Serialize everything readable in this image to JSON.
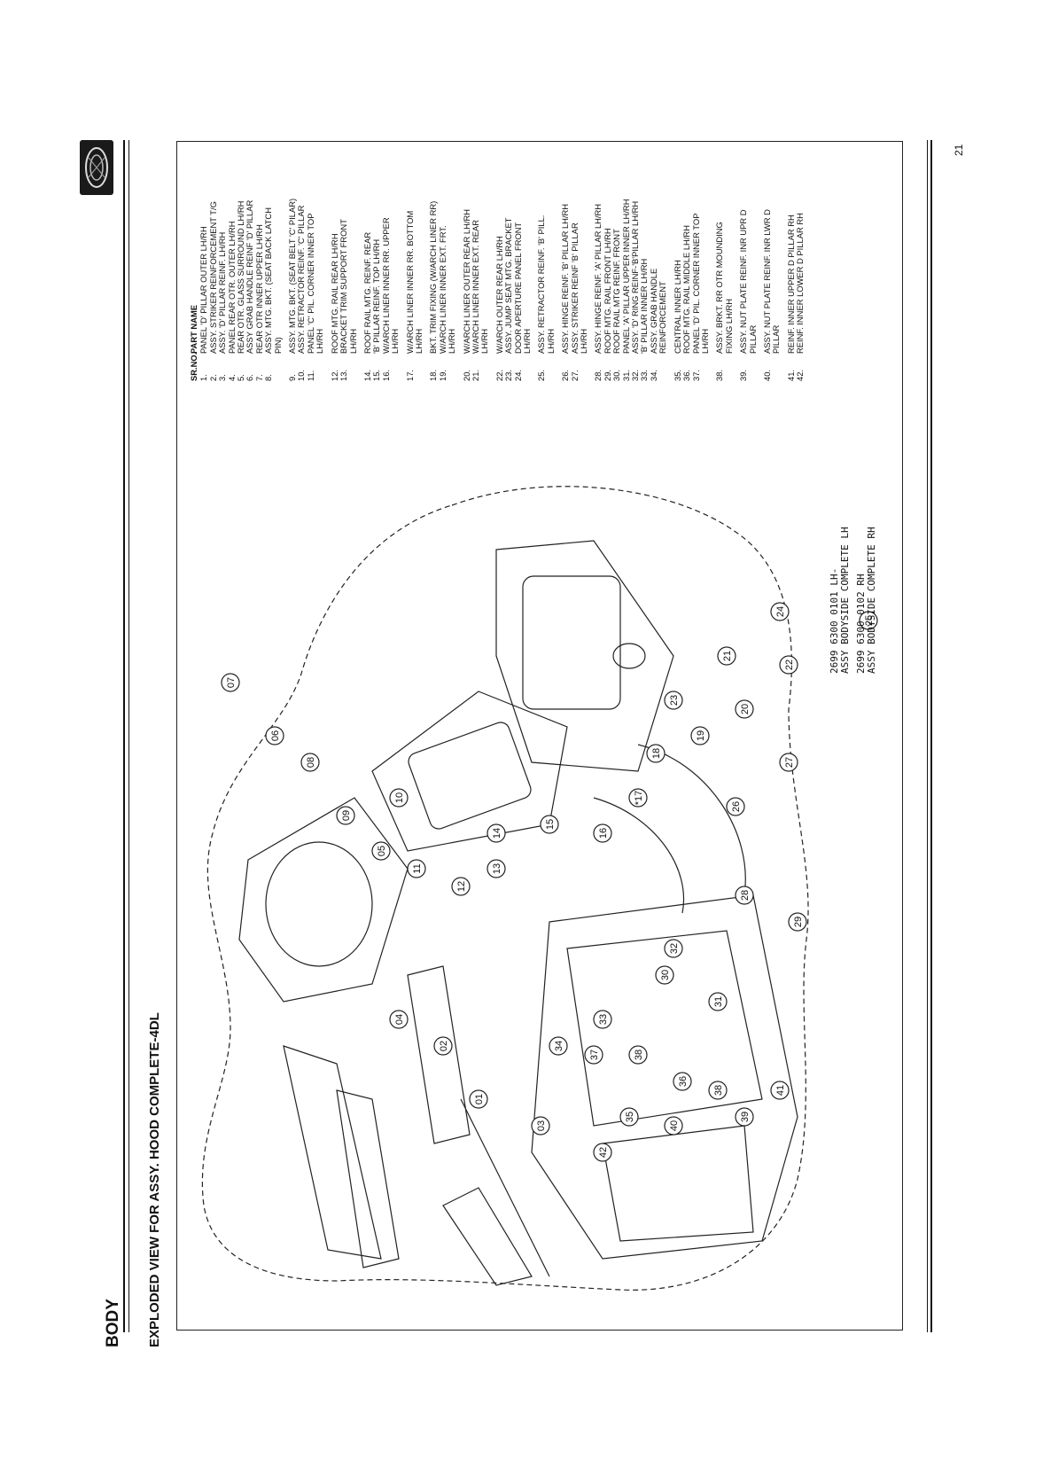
{
  "header": {
    "section": "BODY",
    "title": "EXPLODED VIEW FOR  ASSY. HOOD COMPLETE-4DL"
  },
  "page_number": "21",
  "parts_list": {
    "col_no": "SR.NO.",
    "col_name": "PART NAME",
    "items": [
      {
        "no": "1.",
        "name": [
          "PANEL 'D' PILLAR OUTER LH/RH"
        ]
      },
      {
        "no": "2.",
        "name": [
          "ASSY. STRIKER REINFORCEMENT T/G"
        ]
      },
      {
        "no": "3.",
        "name": [
          "ASSY. 'D' PILLAR REINF. LH/RH"
        ]
      },
      {
        "no": "4.",
        "name": [
          "PANEL REAR OTR. OUTER LH/RH"
        ]
      },
      {
        "no": "5.",
        "name": [
          "REAR OTR. GLASS SURROUND LH/RH"
        ]
      },
      {
        "no": "6.",
        "name": [
          "ASSY GRAB HANDLE REINF 'D' PILLAR"
        ]
      },
      {
        "no": "7.",
        "name": [
          "REAR OTR INNER UPPER LH/RH"
        ]
      },
      {
        "no": "8.",
        "name": [
          "ASSY. MTG. BKT. (SEAT BACK LATCH",
          "PIN)"
        ]
      },
      {
        "no": "9.",
        "name": [
          "ASSY. MTG. BKT. (SEAT BELT 'C' PILAR)"
        ]
      },
      {
        "no": "10.",
        "name": [
          "ASSY. RETRACTOR REINF. 'C' PILLAR"
        ]
      },
      {
        "no": "11.",
        "name": [
          "PANEL 'C' PIL. CORNER INNER TOP",
          "LH/RH"
        ]
      },
      {
        "no": "12.",
        "name": [
          "ROOF MTG. RAIL REAR LH/RH"
        ]
      },
      {
        "no": "13.",
        "name": [
          "BRACKET TRIM SUPPORT FRONT",
          "LH/RH"
        ]
      },
      {
        "no": "14.",
        "name": [
          "ROOF RAIL MTG. REINF. REAR"
        ]
      },
      {
        "no": "15.",
        "name": [
          "'B' PILLAR REINF. TOP LH/RH"
        ]
      },
      {
        "no": "16.",
        "name": [
          "W/ARCH LINER INNER RR. UPPER",
          "LH/RH"
        ]
      },
      {
        "no": "17.",
        "name": [
          "W/ARCH LINER INNER RR. BOTTOM",
          "LH/RH"
        ]
      },
      {
        "no": "18.",
        "name": [
          "BKT. TRIM FIXING (W/ARCH LINER RR)"
        ]
      },
      {
        "no": "19.",
        "name": [
          "W/ARCH LINER INNER EXT. FRT.",
          "LH/RH"
        ]
      },
      {
        "no": "20.",
        "name": [
          "W/ARCH LINER OUTER REAR LH/RH"
        ]
      },
      {
        "no": "21.",
        "name": [
          "W/ARCH LINER INNER EXT. REAR",
          "LH/RH"
        ]
      },
      {
        "no": "22.",
        "name": [
          "W/ARCH OUTER REAR LH/RH"
        ]
      },
      {
        "no": "23.",
        "name": [
          "ASSY. JUMP SEAT MTG. BRACKET"
        ]
      },
      {
        "no": "24.",
        "name": [
          "DOOR APERTURE PANEL FRONT",
          "LH/RH"
        ]
      },
      {
        "no": "25.",
        "name": [
          "ASSY. RETRACTOR REINF. 'B' PILL.",
          "LH/RH"
        ]
      },
      {
        "no": "26.",
        "name": [
          "ASSY. HINGE REINF. 'B' PILLAR LH/RH"
        ]
      },
      {
        "no": "27.",
        "name": [
          "ASSY. STRIKER REINF 'B' PILLAR",
          "LH/RH"
        ]
      },
      {
        "no": "28.",
        "name": [
          "ASSY. HINGE REINF. 'A' PILLAR LH/RH"
        ]
      },
      {
        "no": "29.",
        "name": [
          "ROOF MTG. RAIL FRONT LH/RH"
        ]
      },
      {
        "no": "30.",
        "name": [
          "ROOF RAIL MTG REINF. FRONT"
        ]
      },
      {
        "no": "31.",
        "name": [
          "PANEL 'A' PILLAR UPPER INNER LH/RH"
        ]
      },
      {
        "no": "32.",
        "name": [
          "ASSY. 'D' RING REINF-'B'PILLAR LH/RH"
        ]
      },
      {
        "no": "33.",
        "name": [
          "'B' PILLAR INNER LH/RH"
        ]
      },
      {
        "no": "34.",
        "name": [
          "ASSY. GRAB HANDLE",
          "REINFORCEMENT"
        ]
      },
      {
        "no": "35.",
        "name": [
          "CENTRAL INNER LH/RH"
        ]
      },
      {
        "no": "36.",
        "name": [
          "ROOF MTG. RAIL MIDDLE LH/RH"
        ]
      },
      {
        "no": "37.",
        "name": [
          "PANEL 'D' PIL. CORNER INNER TOP",
          "LH/RH"
        ]
      },
      {
        "no": "38.",
        "name": [
          "ASSY. BRKT. RR OTR MOUNDING",
          "FIXING LH/RH"
        ]
      },
      {
        "no": "39.",
        "name": [
          "ASSY. NUT PLATE REINF. INR UPR D",
          "PILLAR"
        ]
      },
      {
        "no": "40.",
        "name": [
          "ASSY. NUT PLATE REINF. INR LWR D",
          "PILLAR"
        ]
      },
      {
        "no": "41.",
        "name": [
          "REINF. INNER UPPER D PILLAR RH"
        ]
      },
      {
        "no": "42.",
        "name": [
          "REINF. INNER LOWER D PILLAR RH"
        ]
      }
    ]
  },
  "assembly_note": {
    "lines": [
      "2699 6300 0101 LH-",
      "ASSY BODYSIDE COMPLETE LH",
      "2699 6300 0102 RH",
      "ASSY BODYSIDE COMPLETE RH"
    ]
  },
  "callouts": [
    "01",
    "02",
    "03",
    "04",
    "05",
    "06",
    "07",
    "08",
    "09",
    "10",
    "11",
    "12",
    "13",
    "14",
    "15",
    "16",
    "*17",
    "18",
    "19",
    "20",
    "21",
    "22",
    "23",
    "24",
    "25",
    "26",
    "27",
    "28",
    "29",
    "30",
    "31",
    "32",
    "33",
    "34",
    "35",
    "36",
    "37",
    "38",
    "38",
    "39",
    "40",
    "41",
    "42"
  ]
}
